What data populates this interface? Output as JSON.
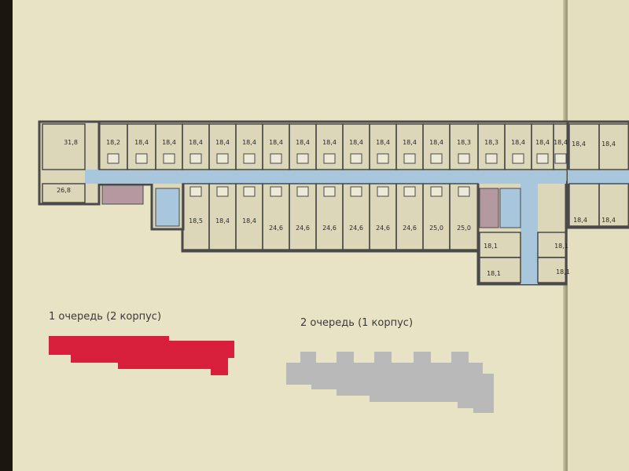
{
  "colors": {
    "paper": "#e7e3c4",
    "room": "#dcd7b9",
    "corridor": "#a8c6dc",
    "wall": "#4a4a4a",
    "service": "#b49aa0",
    "stairs": "#a8c6dc",
    "queue1": "#d8203c",
    "queue2": "#b9b9b9"
  },
  "plan": {
    "top_rooms": [
      "31,8",
      "18,2",
      "18,4",
      "18,4",
      "18,4",
      "18,4",
      "18,4",
      "18,4",
      "18,4",
      "18,4",
      "18,4",
      "18,4",
      "18,4",
      "18,4",
      "18,3",
      "18,3",
      "18,4",
      "18,4",
      "18,4"
    ],
    "bottom_rooms": [
      "26,8",
      "18,5",
      "18,4",
      "18,4",
      "24,6",
      "24,6",
      "24,6",
      "24,6",
      "24,6",
      "24,6",
      "25,0",
      "25,0"
    ],
    "wing_rooms": [
      "18,1",
      "18,1",
      "18,1",
      "18,1"
    ],
    "right_page_rooms": [
      "18,4",
      "18,4",
      "18,4",
      "18,4"
    ]
  },
  "legend": {
    "queue1_label": "1 очередь (2 корпус)",
    "queue2_label": "2 очередь (1 корпус)"
  }
}
